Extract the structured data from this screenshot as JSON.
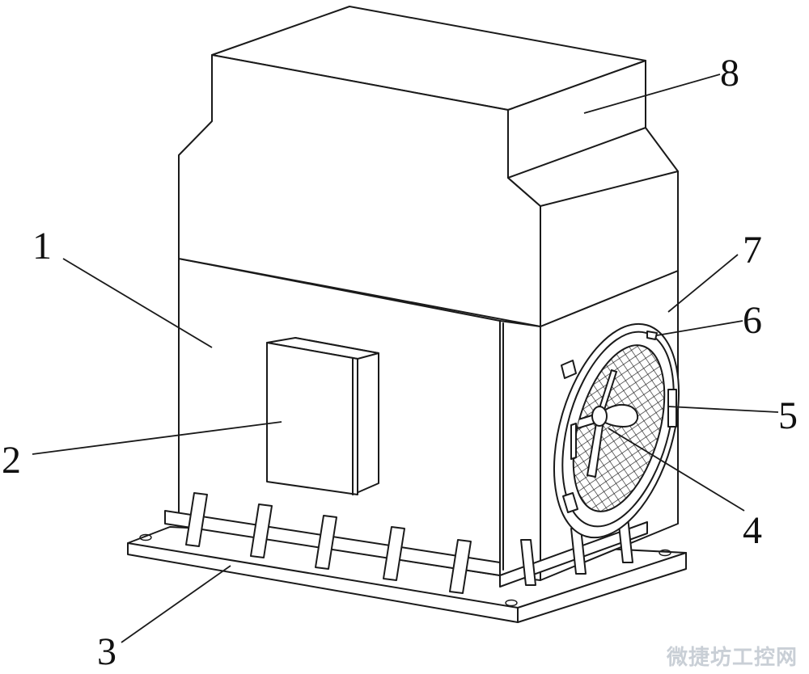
{
  "labels": [
    {
      "id": "1",
      "text": "1"
    },
    {
      "id": "2",
      "text": "2"
    },
    {
      "id": "3",
      "text": "3"
    },
    {
      "id": "4",
      "text": "4"
    },
    {
      "id": "5",
      "text": "5"
    },
    {
      "id": "6",
      "text": "6"
    },
    {
      "id": "7",
      "text": "7"
    },
    {
      "id": "8",
      "text": "8"
    }
  ],
  "watermark": "微捷坊工控网",
  "colors": {
    "line": "#1a1a1a",
    "background": "#ffffff",
    "watermark": "#c9cfd6"
  }
}
